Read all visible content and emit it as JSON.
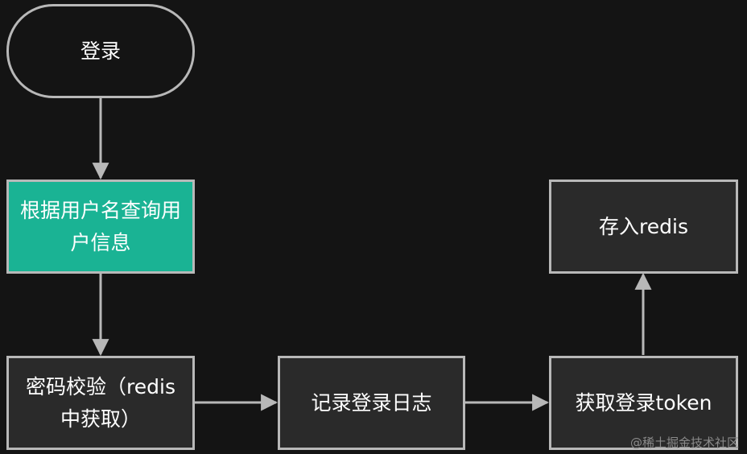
{
  "diagram": {
    "nodes": {
      "login": {
        "label": "登录"
      },
      "query_user": {
        "label": "根据用户名查询用\n户信息"
      },
      "password_check": {
        "label": "密码校验（redis\n中获取）"
      },
      "log_record": {
        "label": "记录登录日志"
      },
      "get_token": {
        "label": "获取登录token"
      },
      "save_redis": {
        "label": "存入redis"
      }
    },
    "colors": {
      "background": "#141414",
      "node_fill": "#2a2a2a",
      "highlight_fill": "#1ab394",
      "border": "#b8b8b8",
      "text": "#ffffff"
    }
  },
  "watermark": {
    "text": "@稀土掘金技术社区"
  }
}
